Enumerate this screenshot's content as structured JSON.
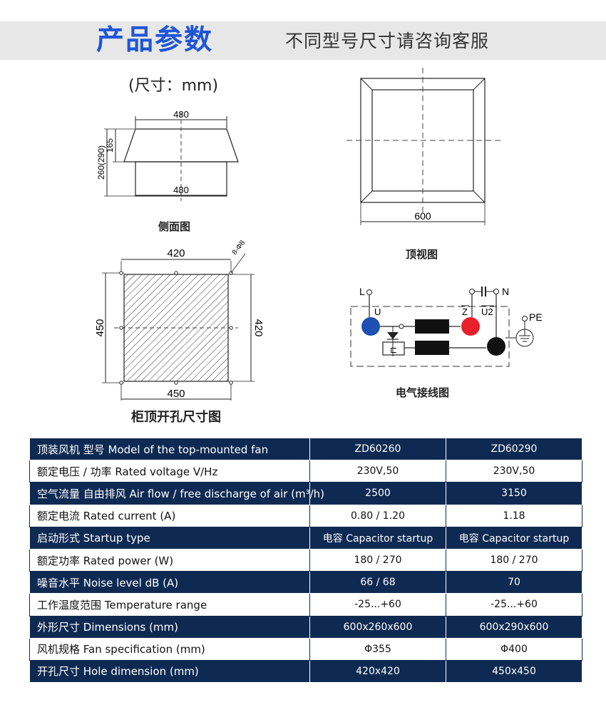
{
  "header": {
    "title": "产品参数",
    "subtitle": "不同型号尺寸请咨询客服"
  },
  "drawings": {
    "unit_caption": "(尺寸：mm)",
    "side_view": {
      "caption": "侧面图",
      "top_width": "480",
      "bottom_width": "480",
      "height_total": "260(290)",
      "height_upper": "165"
    },
    "top_view": {
      "caption": "顶视图",
      "width": "600"
    },
    "hole_view": {
      "caption": "柜顶开孔尺寸图",
      "inner_width": "420",
      "outer_width": "450",
      "left_height": "450",
      "right_height": "420",
      "hole_diameter": "8-Φ8"
    },
    "wiring": {
      "caption": "电气接线图",
      "label_l": "L",
      "label_u": "U",
      "label_n": "N",
      "label_z": "Z",
      "label_u2": "U2",
      "label_pe": "PE"
    }
  },
  "colors": {
    "accent": "#1d55d6",
    "table_dark": "#0f2a52",
    "wire_blue": "#1e4fb3",
    "wire_red": "#e8202a"
  },
  "spec_table": {
    "rows": [
      {
        "label": "顶装风机 型号 Model of the top-mounted fan",
        "v1": "ZD60260",
        "v2": "ZD60290"
      },
      {
        "label": "额定电压 / 功率 Rated voltage V/Hz",
        "v1": "230V,50",
        "v2": "230V,50"
      },
      {
        "label": "空气流量 自由排风 Air flow / free discharge of air (m³/h)",
        "v1": "2500",
        "v2": "3150"
      },
      {
        "label": "额定电流 Rated current (A)",
        "v1": "0.80 / 1.20",
        "v2": "1.18"
      },
      {
        "label": "启动形式 Startup type",
        "v1": "电容 Capacitor startup",
        "v2": "电容 Capacitor startup"
      },
      {
        "label": "额定功率 Rated power (W)",
        "v1": "180 / 270",
        "v2": "180 / 270"
      },
      {
        "label": "噪音水平 Noise level dB (A)",
        "v1": "66 / 68",
        "v2": "70"
      },
      {
        "label": "工作温度范围 Temperature range",
        "v1": "-25...+60",
        "v2": "-25...+60"
      },
      {
        "label": "外形尺寸 Dimensions (mm)",
        "v1": "600x260x600",
        "v2": "600x290x600"
      },
      {
        "label": "风机规格 Fan specification (mm)",
        "v1": "Φ355",
        "v2": "Φ400"
      },
      {
        "label": "开孔尺寸 Hole dimension (mm)",
        "v1": "420x420",
        "v2": "450x450"
      }
    ]
  }
}
